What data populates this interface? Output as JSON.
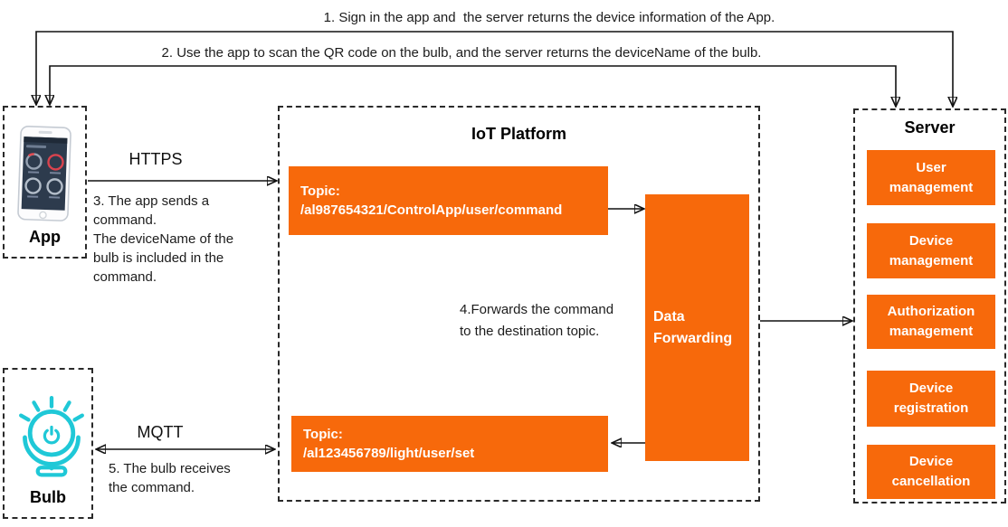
{
  "colors": {
    "orange": "#f7690b",
    "bulb_cyan": "#1fc8d7",
    "line_black": "#111111"
  },
  "steps": {
    "step1": "1. Sign in the app and  the server returns the device information of the App.",
    "step2": "2. Use the app to scan the QR code on the bulb, and the server returns the deviceName of the bulb.",
    "step3": "3. The app sends a\ncommand.\nThe deviceName of the\nbulb is included in the\ncommand.",
    "step4": "4.Forwards the command\nto the destination topic.",
    "step5": "5. The bulb receives\nthe command."
  },
  "labels": {
    "app": "App",
    "bulb": "Bulb",
    "https": "HTTPS",
    "mqtt": "MQTT",
    "iot_platform": "IoT Platform",
    "server": "Server",
    "data_forwarding": "Data\nForwarding"
  },
  "topics": {
    "topic1": "Topic:\n/al987654321/ControlApp/user/command",
    "topic2": "Topic:\n/al123456789/light/user/set"
  },
  "server_modules": [
    "User\nmanagement",
    "Device\nmanagement",
    "Authorization\nmanagement",
    "Device\nregistration",
    "Device\ncancellation"
  ]
}
